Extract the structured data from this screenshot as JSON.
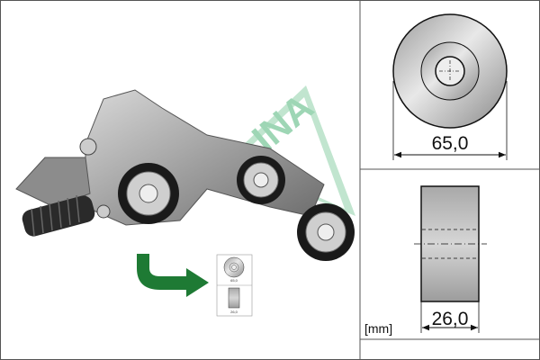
{
  "drawing": {
    "diameter_label": "65,0",
    "width_label": "26,0",
    "unit_label": "[mm]"
  },
  "brand": {
    "logo_text": "INA",
    "logo_color": "#00843d"
  },
  "colors": {
    "arrow": "#1e7a34",
    "border": "#555555"
  }
}
